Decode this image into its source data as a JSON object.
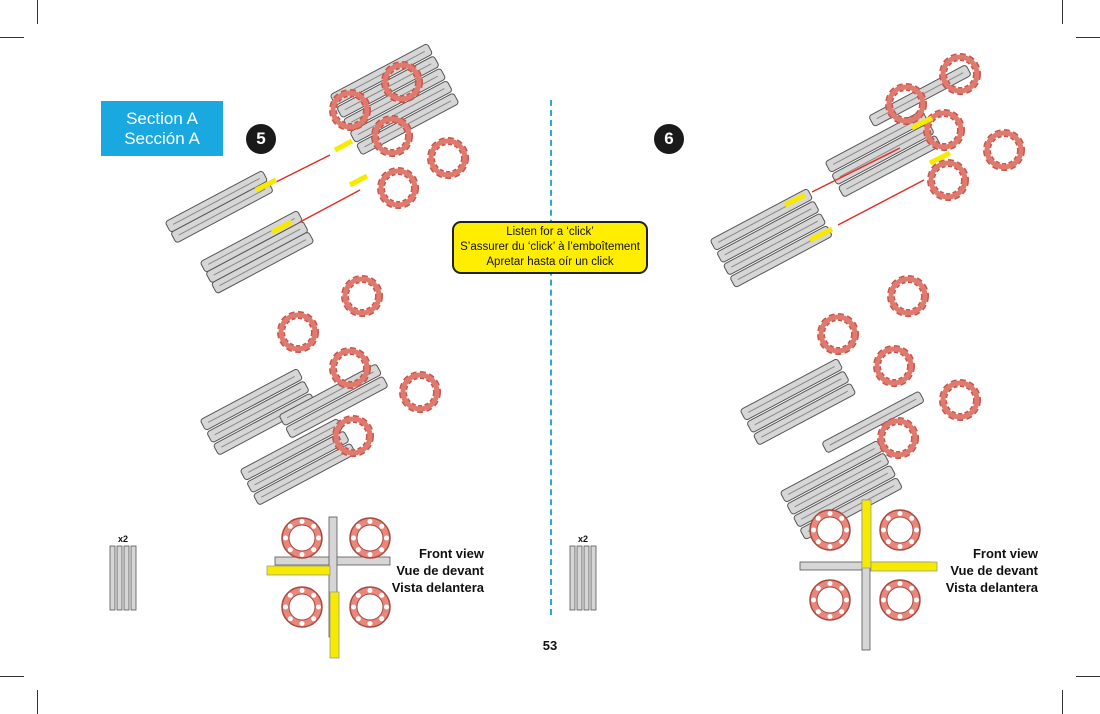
{
  "section": {
    "line1": "Section A",
    "line2": "Sección A"
  },
  "steps": [
    {
      "number": "5"
    },
    {
      "number": "6"
    }
  ],
  "note": {
    "en": "Listen for a ‘click’",
    "fr": "S’assurer du ‘click’ à l’emboîtement",
    "es": "Apretar hasta oír un click"
  },
  "front_view": {
    "en": "Front view",
    "fr": "Vue de devant",
    "es": "Vista delantera"
  },
  "quantity": "x2",
  "page_number": "53",
  "colors": {
    "section_blue": "#19a8e0",
    "note_yellow": "#ffee00",
    "gear_red": "#d8665a",
    "part_grey": "#c9c9c9",
    "divider": "#2aa8d8"
  }
}
